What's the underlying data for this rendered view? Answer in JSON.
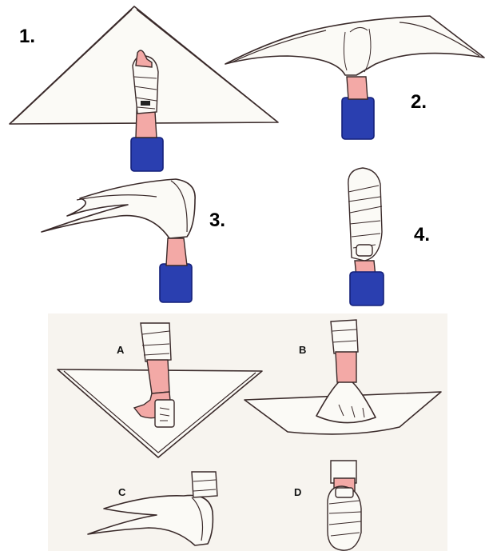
{
  "steps_top": [
    {
      "label": "1."
    },
    {
      "label": "2."
    },
    {
      "label": "3."
    },
    {
      "label": "4."
    }
  ],
  "steps_bottom": [
    {
      "label": "A"
    },
    {
      "label": "B"
    },
    {
      "label": "C"
    },
    {
      "label": "D"
    }
  ],
  "colors": {
    "skin": "#f3a9a6",
    "sleeve": "#2a3fb0",
    "sleeve_dark": "#14207a",
    "outline": "#3a2a2a",
    "cloth": "#fbfaf6",
    "bottom_bg": "#f7f4ef"
  }
}
